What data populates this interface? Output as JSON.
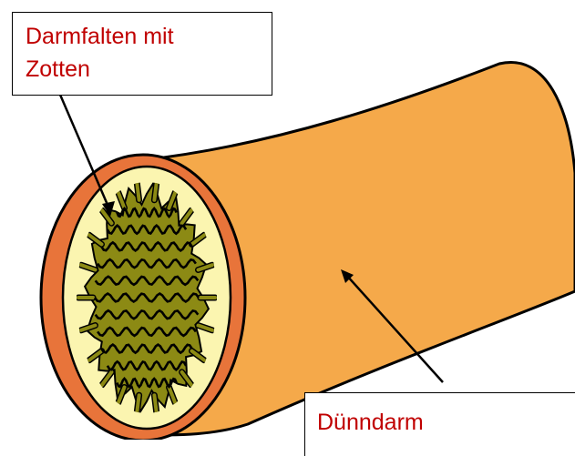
{
  "labels": {
    "folds": {
      "line1": "Darmfalten mit",
      "line2": "Zotten"
    },
    "intestine": "Dünndarm"
  },
  "colors": {
    "tube_body": "#f5a94a",
    "outer_wall": "#e8743a",
    "inner_lining": "#fbf5b0",
    "villi": "#8c8a14",
    "label_text": "#c00000",
    "outline": "#000000"
  }
}
